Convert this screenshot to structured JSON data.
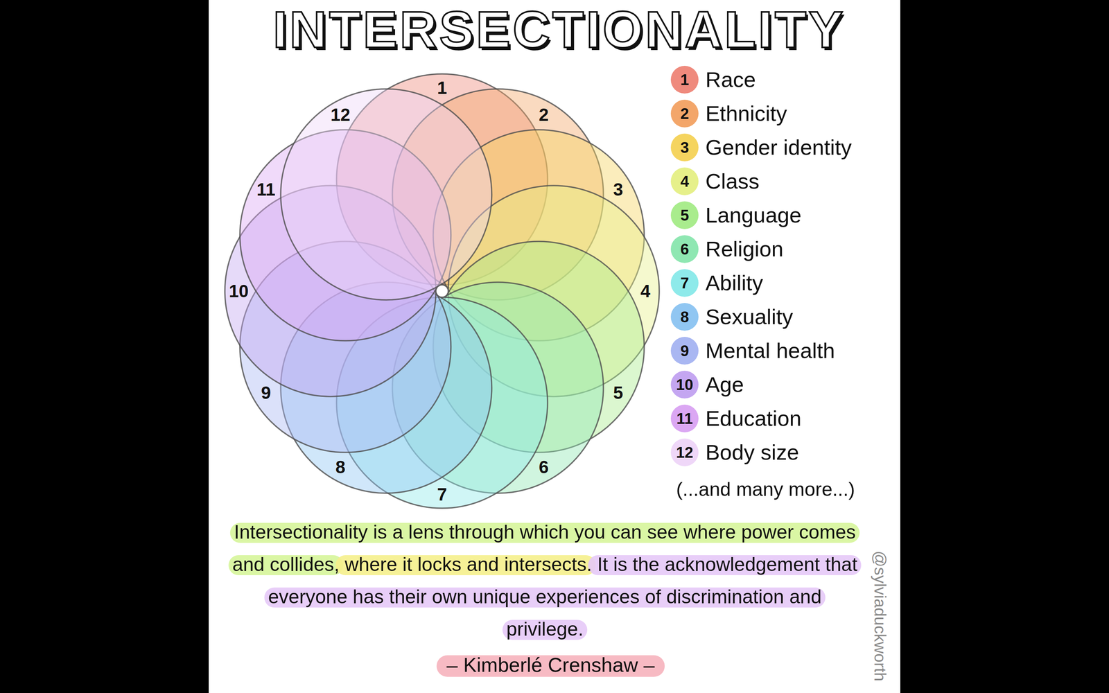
{
  "diagram": {
    "title": "INTERSECTIONALITY",
    "caption": "Intersectionality is a lens through which you can see where power comes and collides, where it locks and intersects. It is the acknowledgement that everyone has their own unique experiences of discrimination and privilege.",
    "nodes": [
      {
        "text": [
          "1"
        ]
      },
      {
        "text": [
          "2"
        ]
      },
      {
        "text": [
          "3"
        ]
      },
      {
        "text": [
          "4"
        ]
      },
      {
        "text": [
          "5"
        ]
      },
      {
        "text": [
          "6"
        ]
      },
      {
        "text": [
          "7"
        ]
      },
      {
        "text": [
          "8"
        ]
      },
      {
        "text": [
          "9"
        ]
      },
      {
        "text": [
          "10"
        ]
      },
      {
        "text": [
          "11"
        ]
      },
      {
        "text": [
          "12"
        ]
      }
    ],
    "labels": [
      "1",
      "2",
      "3",
      "4",
      "5",
      "6",
      "7",
      "8",
      "9",
      "10",
      "11",
      "12",
      "(...and many more...)",
      "– Kimberlé Crenshaw –",
      "@sylviaduckworth"
    ],
    "legend": [
      {
        "text": "Race",
        "color": "#ef8a7d"
      },
      {
        "text": "Ethnicity",
        "color": "#f3a66a"
      },
      {
        "text": "Gender identity",
        "color": "#f5d45f"
      },
      {
        "text": "Class",
        "color": "#e6f08a"
      },
      {
        "text": "Language",
        "color": "#a9ec8d"
      },
      {
        "text": "Religion",
        "color": "#8fe7b2"
      },
      {
        "text": "Ability",
        "color": "#8eeaea"
      },
      {
        "text": "Sexuality",
        "color": "#90c6f2"
      },
      {
        "text": "Mental health",
        "color": "#a9b7f2"
      },
      {
        "text": "Age",
        "color": "#c4a6f1"
      },
      {
        "text": "Education",
        "color": "#dba7f3"
      },
      {
        "text": "Body size",
        "color": "#efd7f8"
      }
    ]
  }
}
